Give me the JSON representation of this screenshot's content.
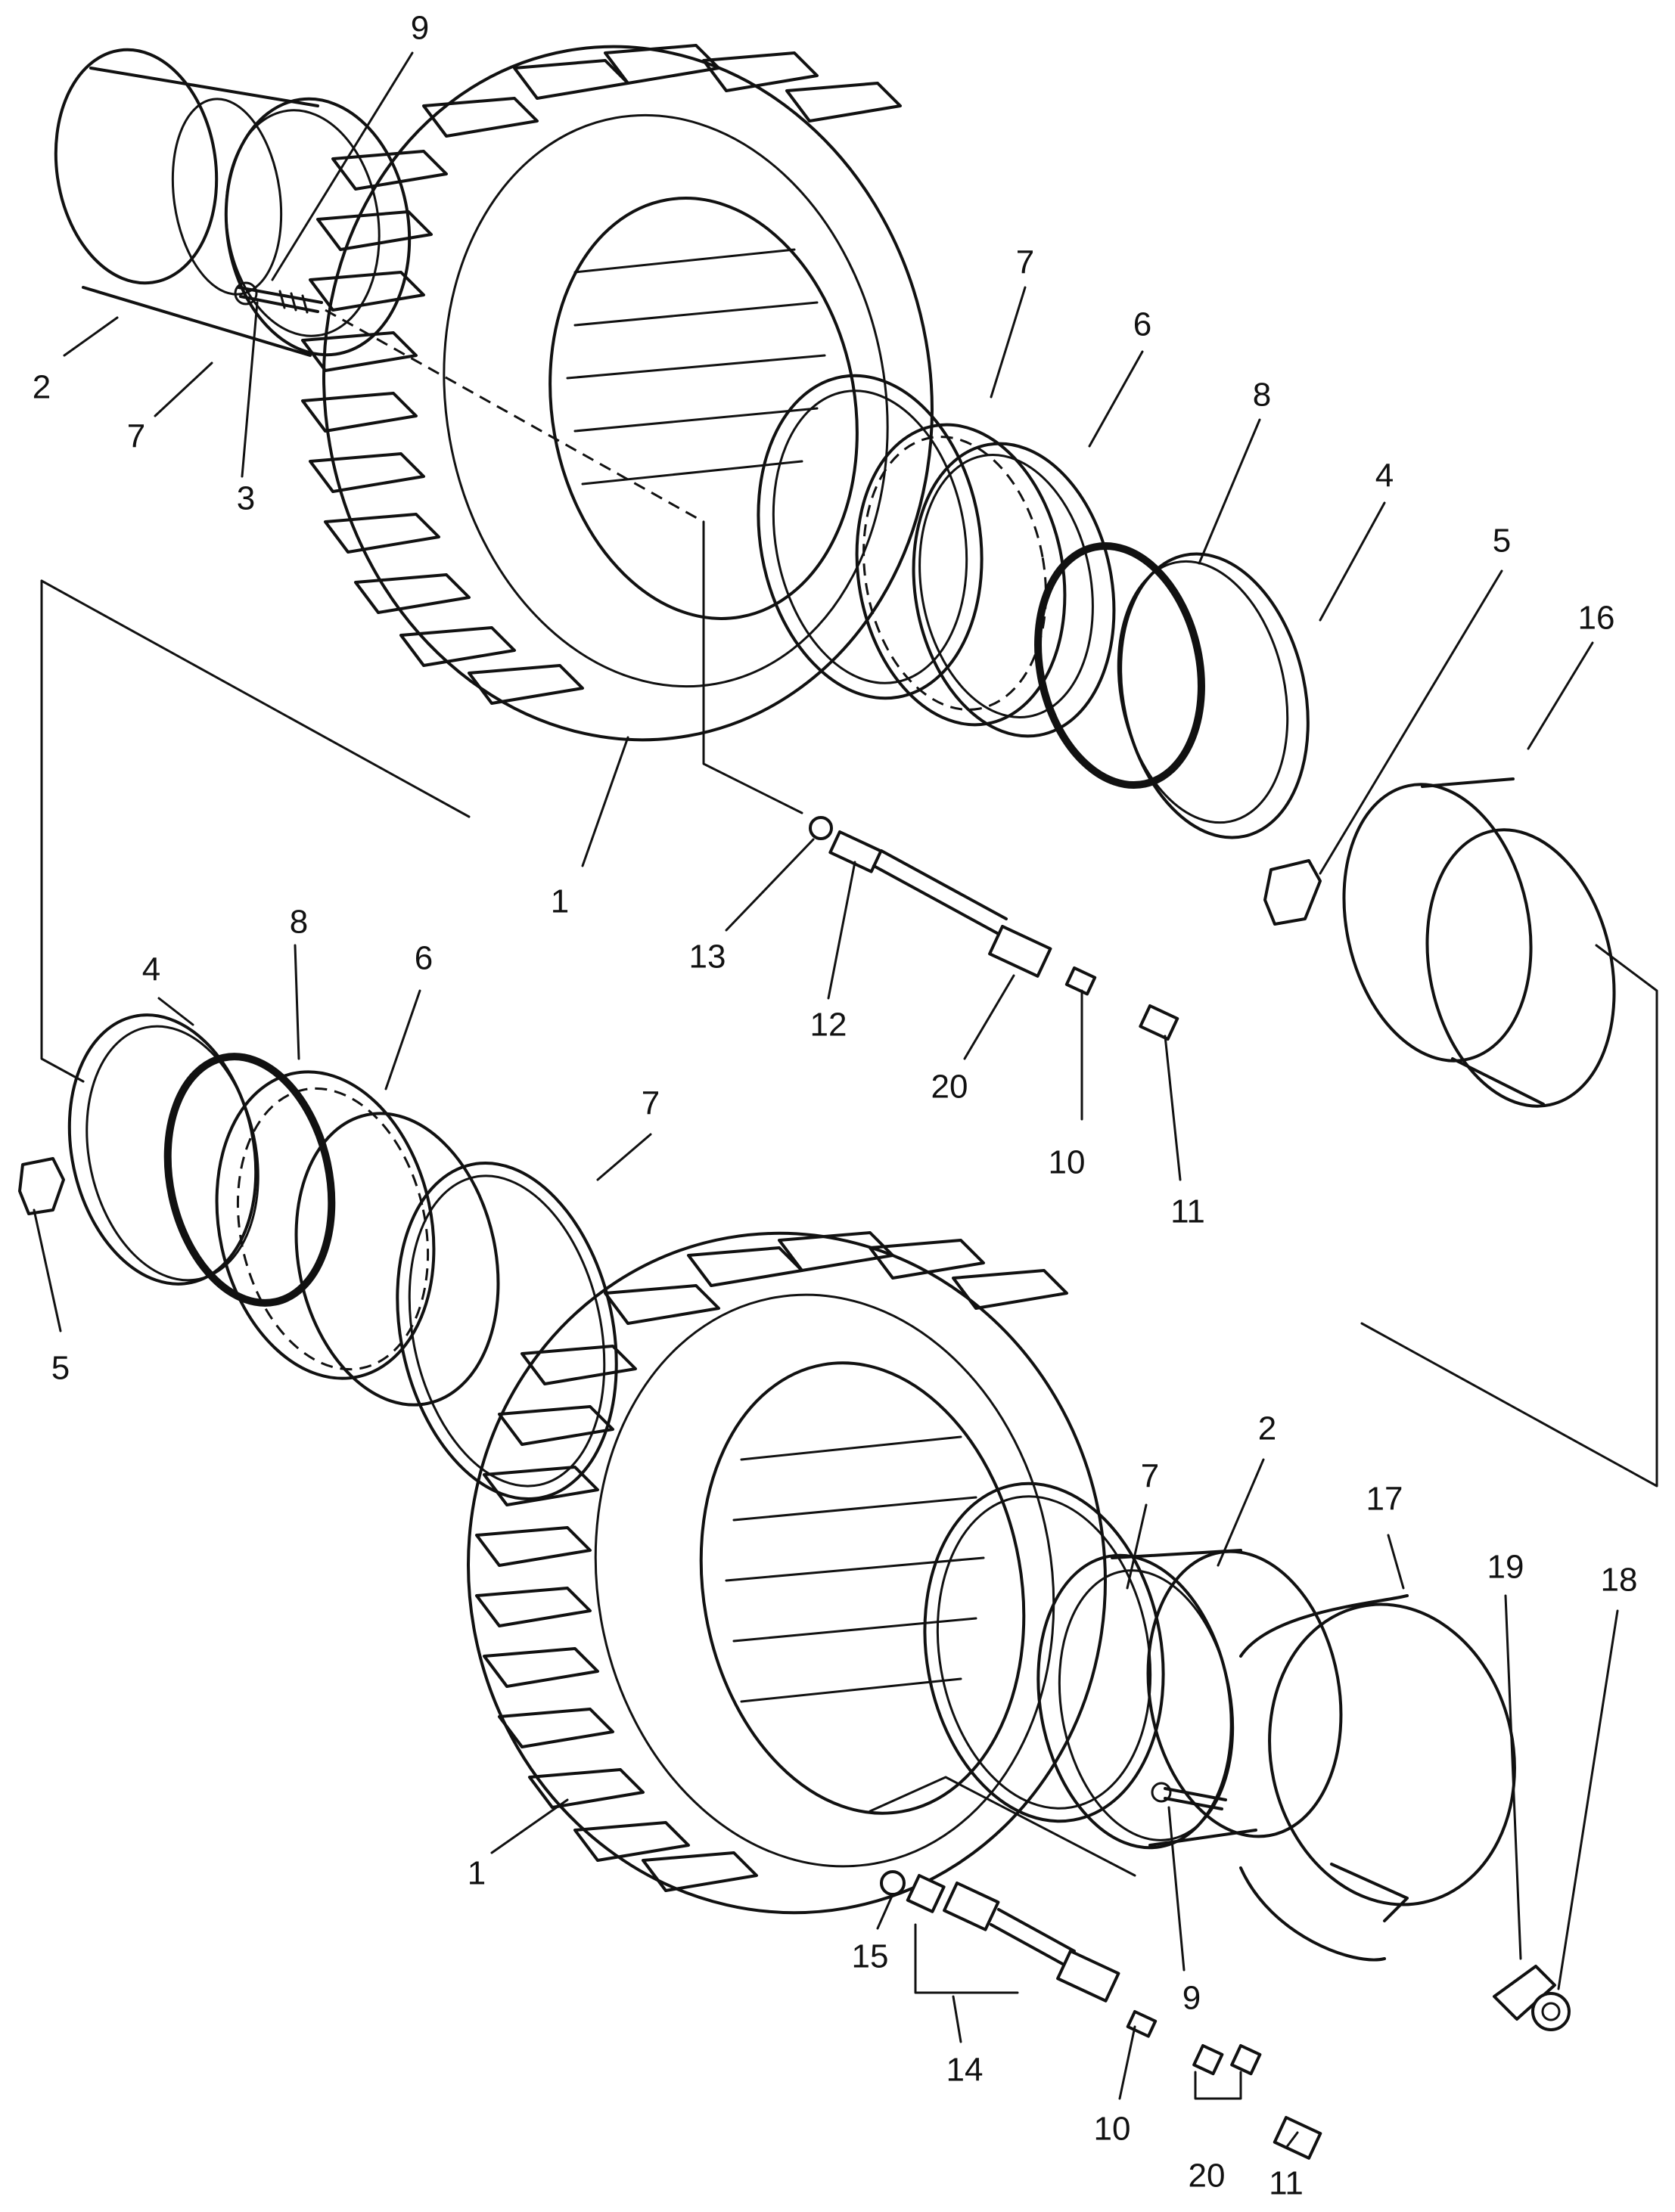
{
  "callouts": {
    "c1a": "1",
    "c1b": "1",
    "c2a": "2",
    "c2b": "2",
    "c3": "3",
    "c4a": "4",
    "c4b": "4",
    "c5a": "5",
    "c5b": "5",
    "c6a": "6",
    "c6b": "6",
    "c7a": "7",
    "c7b": "7",
    "c7c": "7",
    "c7d": "7",
    "c8a": "8",
    "c8b": "8",
    "c9a": "9",
    "c9b": "9",
    "c10a": "10",
    "c10b": "10",
    "c11a": "11",
    "c11b": "11",
    "c12": "12",
    "c13": "13",
    "c14": "14",
    "c15": "15",
    "c16": "16",
    "c17": "17",
    "c18": "18",
    "c19": "19",
    "c20a": "20",
    "c20b": "20"
  }
}
